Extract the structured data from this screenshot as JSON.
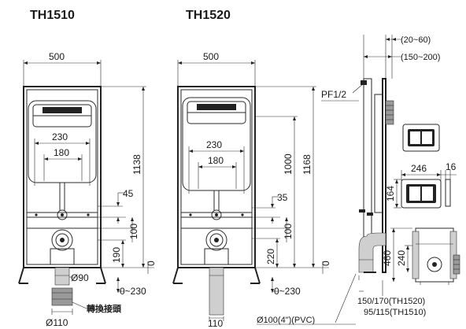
{
  "models": {
    "left": "TH1510",
    "middle": "TH1520"
  },
  "left_dims": {
    "width": "500",
    "height": "1138",
    "inner_w1": "230",
    "inner_w2": "180",
    "d45": "45",
    "d100": "100",
    "d190": "190",
    "zero": "0",
    "pipe": "Ø90",
    "range": "0~230",
    "adapter": "轉換接頭",
    "outlet": "Ø110"
  },
  "middle_dims": {
    "width": "500",
    "height_a": "1000",
    "height_b": "1168",
    "inner_w1": "230",
    "inner_w2": "180",
    "d35": "35",
    "d100": "100",
    "d220": "220",
    "zero": "0",
    "range": "0~230",
    "outlet": "110",
    "pvc": "Ø100(4\")(PVC)"
  },
  "side_dims": {
    "top1": "(20~60)",
    "top2": "(150~200)",
    "pf": "PF1/2",
    "plate_w": "246",
    "plate_d": "16",
    "plate_h": "164",
    "frame_h1": "460",
    "frame_h2": "240",
    "depth1": "150/170(TH1520)",
    "depth2": "95/115(TH1510)"
  }
}
